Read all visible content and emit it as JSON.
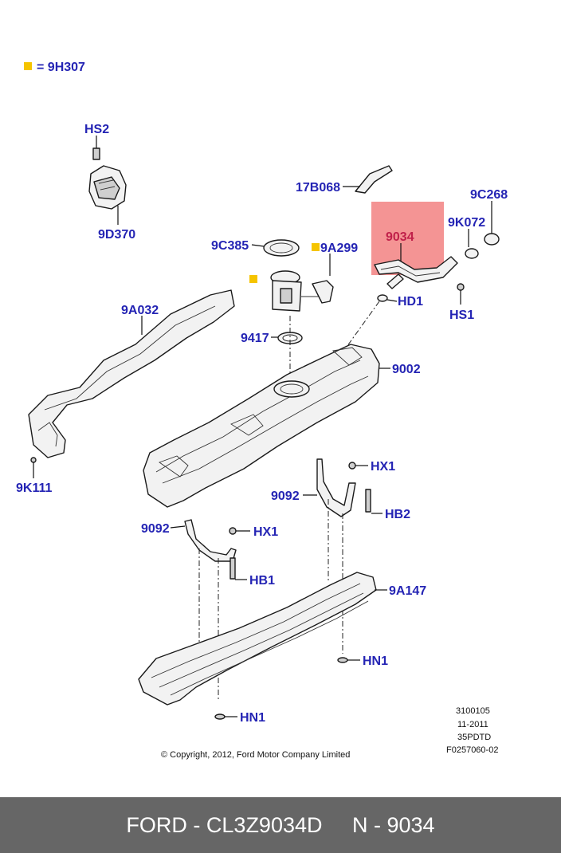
{
  "legend": {
    "marker_color": "#f5c400",
    "text": "= 9H307"
  },
  "callouts": {
    "hs2": "HS2",
    "d9d370": "9D370",
    "b17b068": "17B068",
    "c9c268": "9C268",
    "k9k072": "9K072",
    "n9034": "9034",
    "c9c385": "9C385",
    "a9a299": "9A299",
    "hd1": "HD1",
    "hs1": "HS1",
    "a9a032": "9A032",
    "n9417": "9417",
    "n9002": "9002",
    "k9k111": "9K111",
    "hx1_right": "HX1",
    "n9092_right": "9092",
    "hb2": "HB2",
    "n9092_left": "9092",
    "hx1_left": "HX1",
    "hb1": "HB1",
    "a9a147": "9A147",
    "hn1_right": "HN1",
    "hn1_bottom": "HN1"
  },
  "highlight": {
    "color": "#f07070",
    "part": "9034"
  },
  "drawing_codes": [
    "3100105",
    "11-2011",
    "35PDTD",
    "F0257060-02"
  ],
  "copyright": "© Copyright, 2012, Ford Motor Company Limited",
  "footer": {
    "brand_part": "FORD - CL3Z9034D",
    "ref": "N - 9034"
  }
}
